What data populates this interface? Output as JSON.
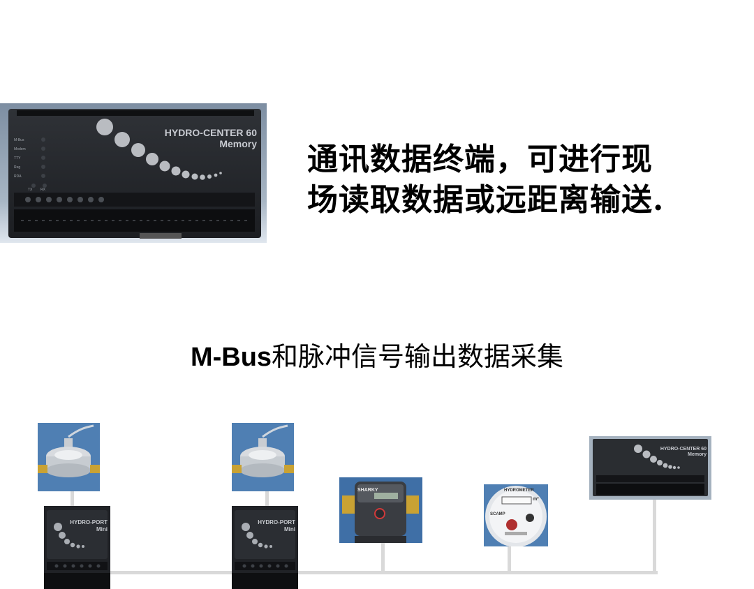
{
  "headline": {
    "line1": "通讯数据终端，可进行现",
    "line2": "场读取数据或远距离输送."
  },
  "subtitle": {
    "prefix": "M-Bus",
    "rest": "和脉冲信号输出数据采集"
  },
  "devices": {
    "main_center": {
      "brand": "HYDRO-CENTER 60",
      "model": "Memory",
      "leds": [
        "M-Bus",
        "Modem",
        "TTY",
        "Reg",
        "RDA",
        "TX",
        "RX"
      ]
    },
    "port_1": {
      "brand": "HYDRO-PORT",
      "model": "Mini"
    },
    "port_2": {
      "brand": "HYDRO-PORT",
      "model": "Mini"
    },
    "sharky": {
      "brand": "SHARKY"
    },
    "hydrometer": {
      "brand": "HYDROMETER",
      "sub": "SCAMP",
      "unit": "m³"
    },
    "small_center": {
      "brand": "HYDRO-CENTER 60",
      "model": "Memory"
    }
  }
}
